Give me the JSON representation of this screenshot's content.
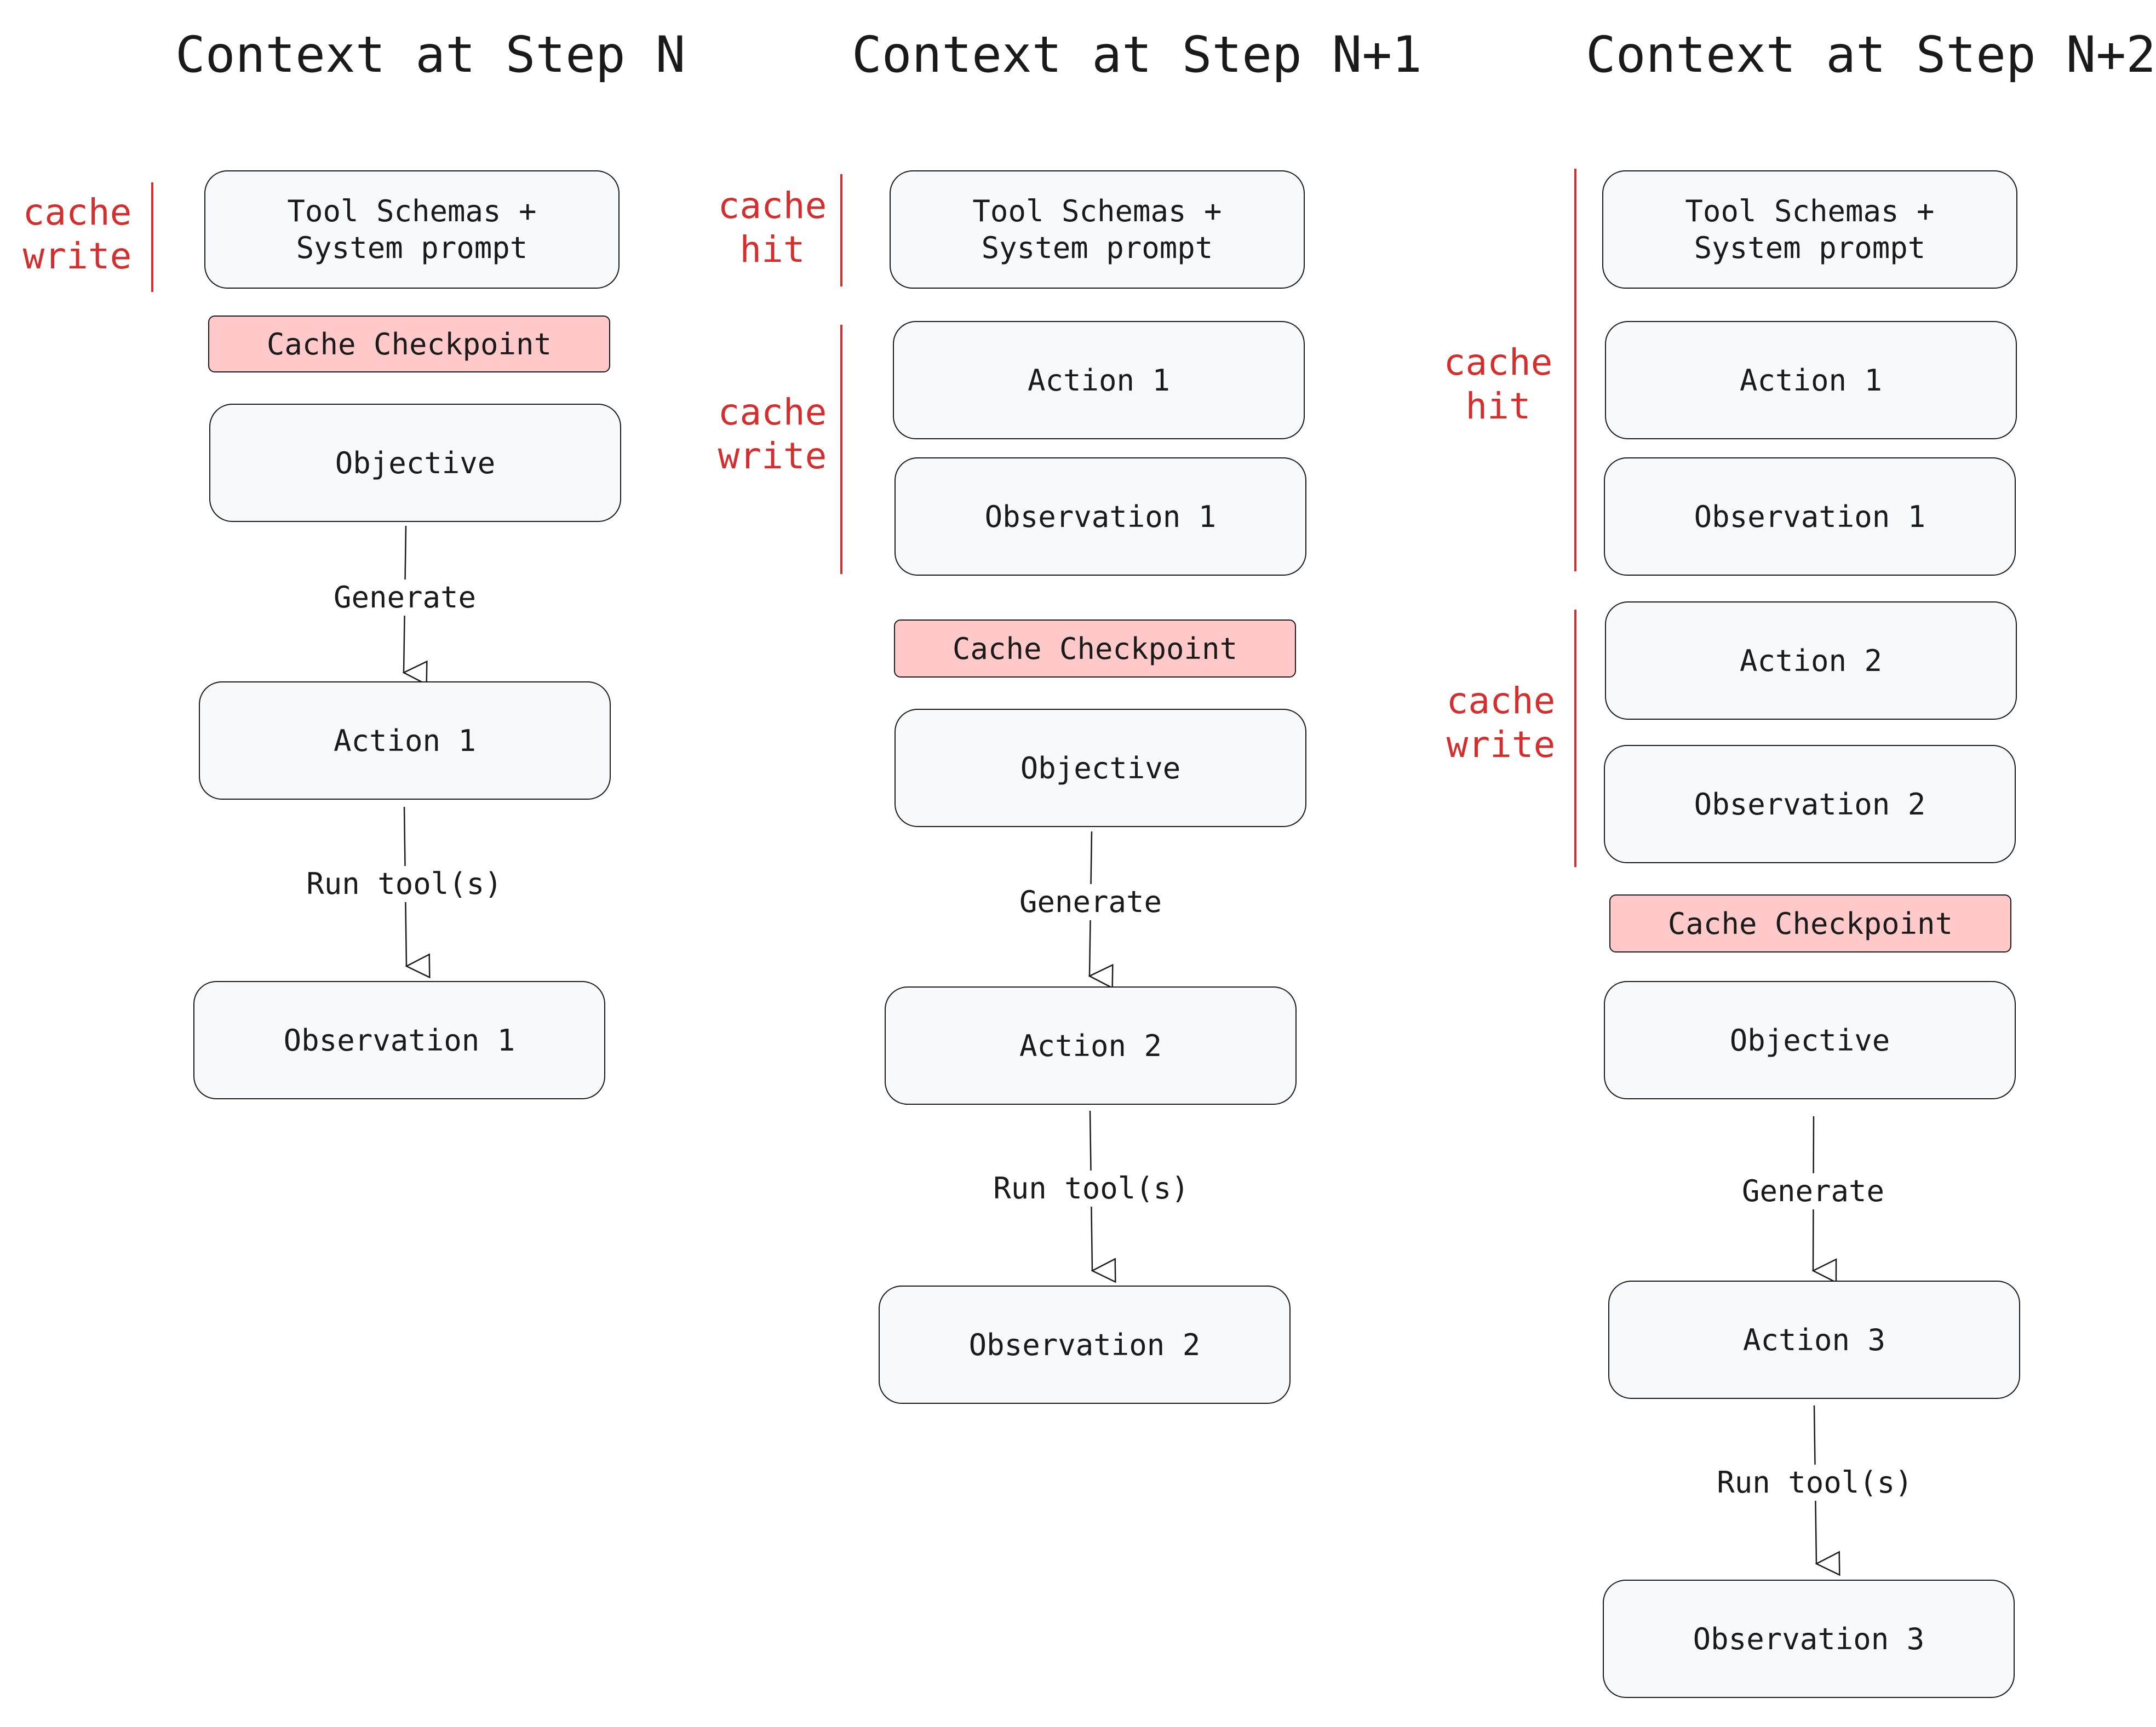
{
  "columns": [
    {
      "title": "Context at Step N",
      "nodes": [
        "Tool Schemas +\nSystem prompt",
        "Objective",
        "Action 1",
        "Observation 1"
      ],
      "checkpoint": "Cache Checkpoint",
      "cache_labels": [
        "cache\nwrite"
      ],
      "edges": [
        "Generate",
        "Run tool(s)"
      ]
    },
    {
      "title": "Context at Step N+1",
      "nodes": [
        "Tool Schemas +\nSystem prompt",
        "Action 1",
        "Observation 1",
        "Objective",
        "Action 2",
        "Observation 2"
      ],
      "checkpoint": "Cache Checkpoint",
      "cache_labels": [
        "cache\nhit",
        "cache\nwrite"
      ],
      "edges": [
        "Generate",
        "Run tool(s)"
      ]
    },
    {
      "title": "Context at Step N+2",
      "nodes": [
        "Tool Schemas +\nSystem prompt",
        "Action 1",
        "Observation 1",
        "Action 2",
        "Observation 2",
        "Objective",
        "Action 3",
        "Observation 3"
      ],
      "checkpoint": "Cache Checkpoint",
      "cache_labels": [
        "cache\nhit",
        "cache\nwrite"
      ],
      "edges": [
        "Generate",
        "Run tool(s)"
      ]
    }
  ],
  "colors": {
    "cache_text": "#d32f2f",
    "checkpoint_fill": "#ffc9c9",
    "box_fill": "#f8f9fb",
    "stroke": "#1a1a1a"
  }
}
